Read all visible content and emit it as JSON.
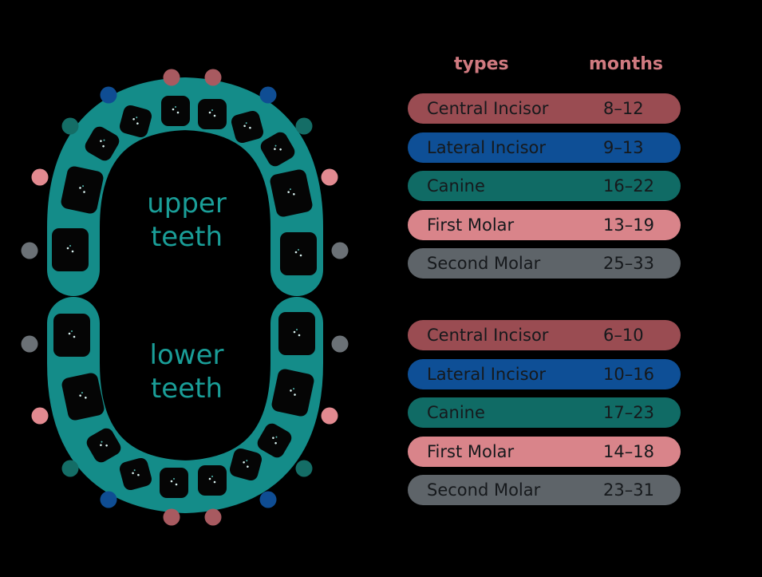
{
  "diagram": {
    "upper_label": [
      "upper",
      "teeth"
    ],
    "lower_label": [
      "lower",
      "teeth"
    ]
  },
  "table": {
    "header_types": "types",
    "header_months": "months",
    "upper_rows": [
      {
        "type": "Central Incisor",
        "months": "8–12",
        "color": "#9a4c52"
      },
      {
        "type": "Lateral Incisor",
        "months": "9–13",
        "color": "#0e4f96"
      },
      {
        "type": "Canine",
        "months": "16–22",
        "color": "#106b65"
      },
      {
        "type": "First Molar",
        "months": "13–19",
        "color": "#d9848a"
      },
      {
        "type": "Second Molar",
        "months": "25–33",
        "color": "#5e6469"
      }
    ],
    "lower_rows": [
      {
        "type": "Central Incisor",
        "months": "6–10",
        "color": "#9a4c52"
      },
      {
        "type": "Lateral Incisor",
        "months": "10–16",
        "color": "#0e4f96"
      },
      {
        "type": "Canine",
        "months": "17–23",
        "color": "#106b65"
      },
      {
        "type": "First Molar",
        "months": "14–18",
        "color": "#d9848a"
      },
      {
        "type": "Second Molar",
        "months": "23–31",
        "color": "#5e6469"
      }
    ]
  },
  "colors": {
    "gum": "#148c89",
    "central_incisor": "#a85a60",
    "lateral_incisor": "#0f4d93",
    "canine": "#146d66",
    "first_molar": "#e28a90",
    "second_molar": "#6b7176",
    "header_text": "#d07a80"
  }
}
